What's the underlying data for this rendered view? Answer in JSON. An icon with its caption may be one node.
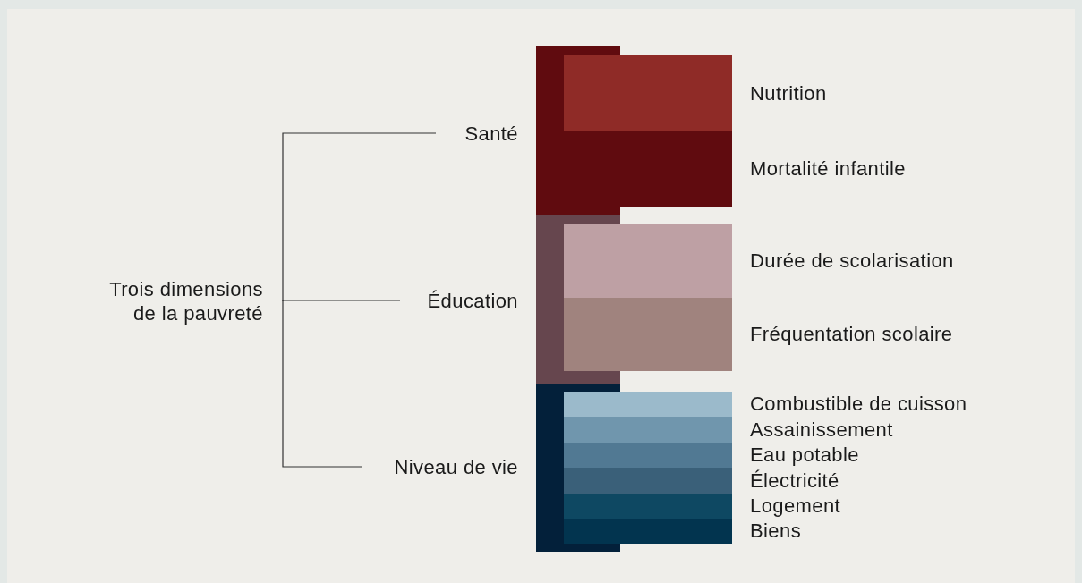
{
  "diagram": {
    "nodes": [
      {
        "text": [
          "Trois dimensions de la pauvreté"
        ]
      },
      {
        "text": [
          "Santé"
        ]
      },
      {
        "text": [
          "Éducation"
        ]
      },
      {
        "text": [
          "Niveau de vie"
        ]
      },
      {
        "text": [],
        "shape": "bar"
      },
      {
        "text": [],
        "shape": "bar"
      },
      {
        "text": [],
        "shape": "bar"
      },
      {
        "text": [
          "Nutrition"
        ]
      },
      {
        "text": [
          "Mortalité infantile"
        ]
      },
      {
        "text": [
          "Durée de scolarisation"
        ]
      },
      {
        "text": [
          "Fréquentation scolaire"
        ]
      },
      {
        "text": [
          "Combustible de cuisson"
        ]
      },
      {
        "text": [
          "Assainissement"
        ]
      },
      {
        "text": [
          "Eau potable"
        ]
      },
      {
        "text": [
          "Électricité"
        ]
      },
      {
        "text": [
          "Logement"
        ]
      },
      {
        "text": [
          "Biens"
        ]
      }
    ],
    "edges": [
      {
        "from": 0,
        "to": 1,
        "arrow": "none"
      },
      {
        "from": 0,
        "to": 2,
        "arrow": "none"
      },
      {
        "from": 0,
        "to": 3,
        "arrow": "none"
      }
    ]
  }
}
